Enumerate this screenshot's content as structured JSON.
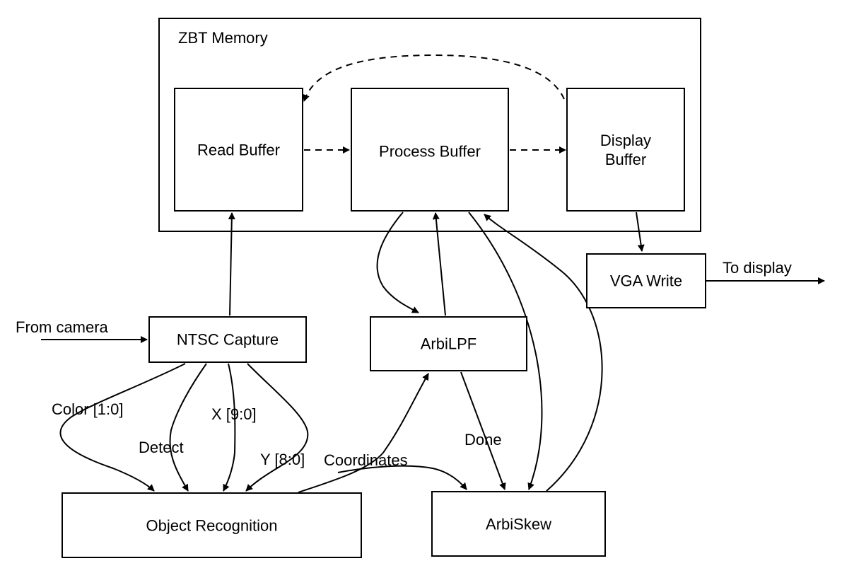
{
  "container": {
    "title": "ZBT Memory"
  },
  "blocks": {
    "read_buffer": "Read Buffer",
    "process_buffer": "Process Buffer",
    "display_buffer": "Display\nBuffer",
    "vga_write": "VGA Write",
    "ntsc_capture": "NTSC Capture",
    "arbi_lpf": "ArbiLPF",
    "object_recognition": "Object Recognition",
    "arbi_skew": "ArbiSkew"
  },
  "edge_labels": {
    "from_camera": "From camera",
    "to_display": "To display",
    "color": "Color [1:0]",
    "detect": "Detect",
    "x": "X [9:0]",
    "y": "Y [8:0]",
    "coordinates": "Coordinates",
    "done": "Done"
  }
}
